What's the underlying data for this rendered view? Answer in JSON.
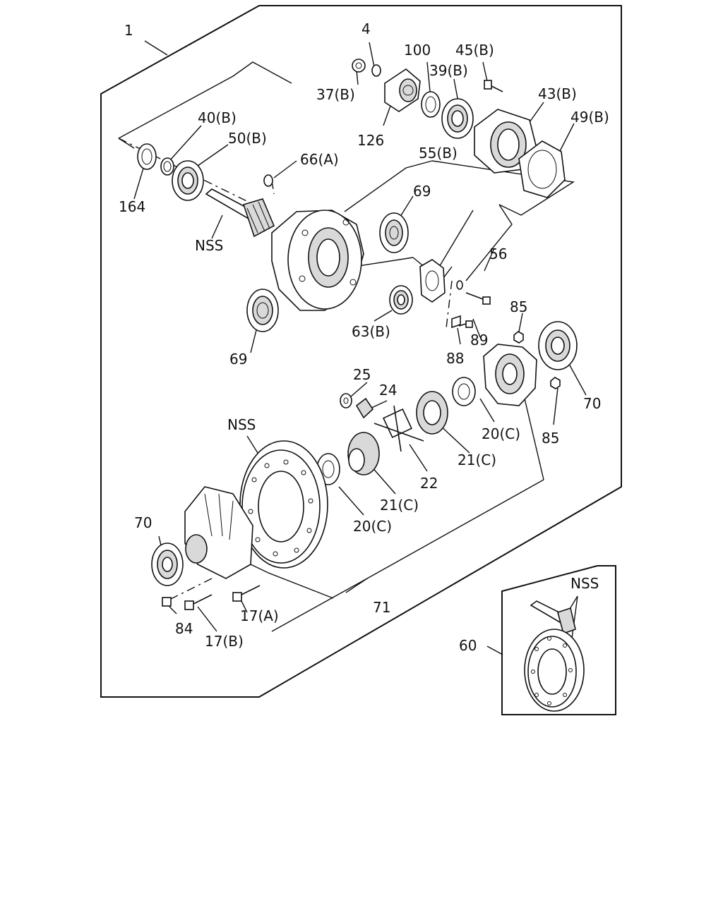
{
  "labels": {
    "l1": "1",
    "l4": "4",
    "l100": "100",
    "l45b": "45(B)",
    "l37b": "37(B)",
    "l39b": "39(B)",
    "l43b": "43(B)",
    "l49b": "49(B)",
    "l126": "126",
    "l40b": "40(B)",
    "l50b": "50(B)",
    "l66a": "66(A)",
    "l55b": "55(B)",
    "l164": "164",
    "lnss1": "NSS",
    "l69a": "69",
    "l56": "56",
    "l69b": "69",
    "l63b": "63(B)",
    "l85a": "85",
    "l89": "89",
    "l88": "88",
    "l70a": "70",
    "l25": "25",
    "l24": "24",
    "lnss2": "NSS",
    "l20c1": "20(C)",
    "l85b": "85",
    "l21c1": "21(C)",
    "l22": "22",
    "l21c2": "21(C)",
    "l20c2": "20(C)",
    "l70b": "70",
    "l84": "84",
    "l17b": "17(B)",
    "l17a": "17(A)",
    "l71": "71",
    "lnss3": "NSS",
    "l60": "60"
  },
  "colors": {
    "line": "#111111",
    "background": "#ffffff"
  }
}
